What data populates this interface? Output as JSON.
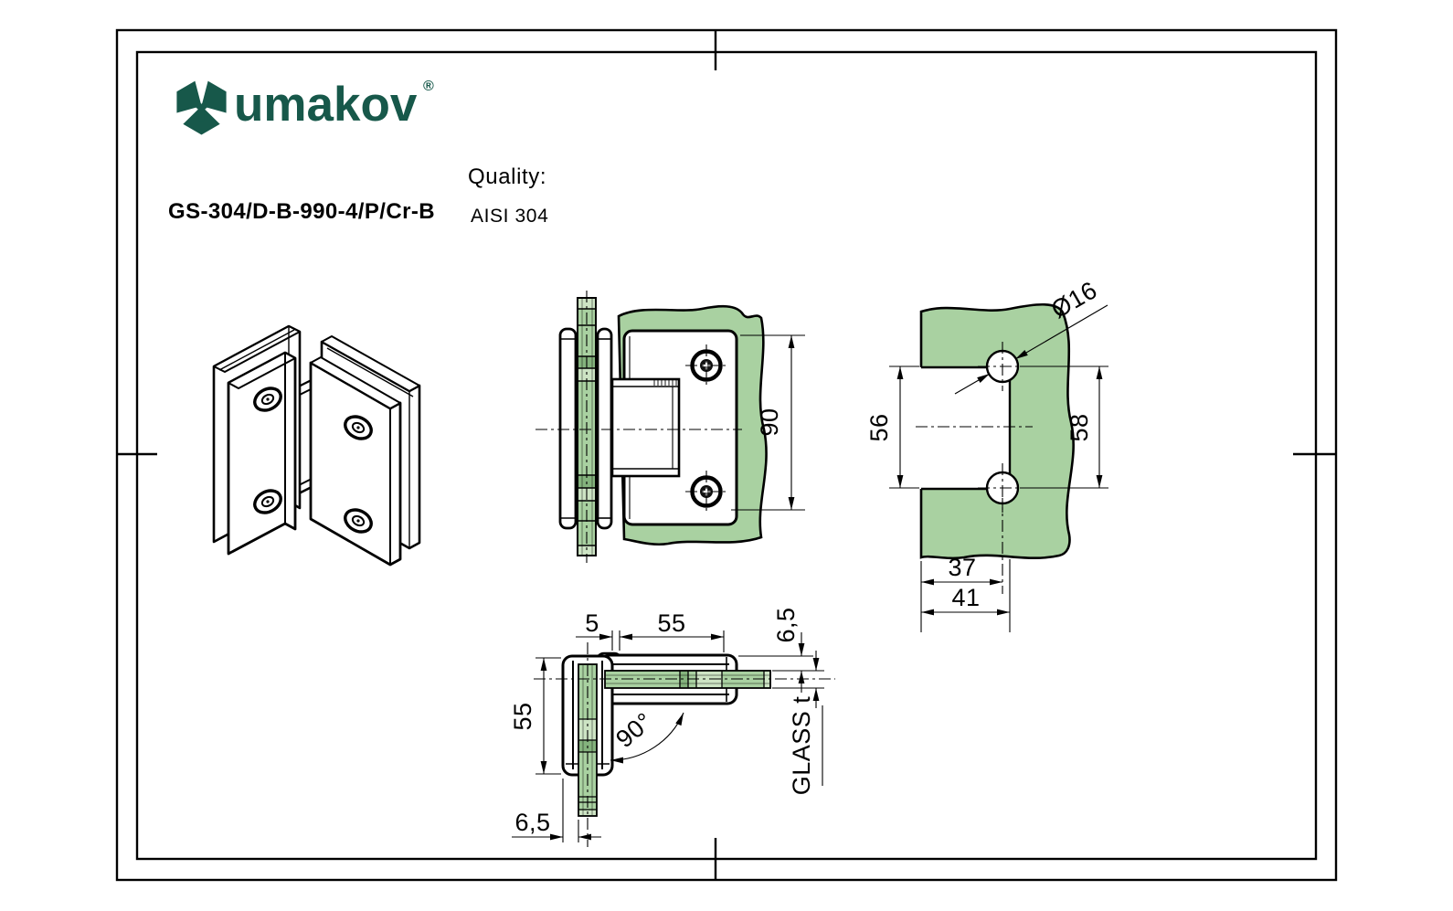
{
  "header": {
    "brand": "umakov",
    "registered_mark": "®",
    "product_code": "GS-304/D-B-990-4/P/Cr-B",
    "quality_label": "Quality:",
    "quality_value": "AISI 304"
  },
  "views": {
    "front": {
      "plate_height": "90"
    },
    "glass_preparation": {
      "hole_diameter": "Ø16",
      "hole_spacing": "56",
      "cutout_height": "58",
      "hole_center_from_edge": "37",
      "cutout_depth": "41"
    },
    "top": {
      "pivot_gap": "5",
      "plate_length": "55",
      "plate_width": "55",
      "cover_offset_top": "6,5",
      "cover_offset_bottom": "6,5",
      "opening_angle": "90°",
      "glass_thickness_label": "GLASS t"
    }
  },
  "colors": {
    "brand_green": "#17584a",
    "glass_fill": "#a9d1a1",
    "glass_dark": "#84b37d",
    "glass_light": "#cde4c4",
    "line_color": "#000000"
  }
}
